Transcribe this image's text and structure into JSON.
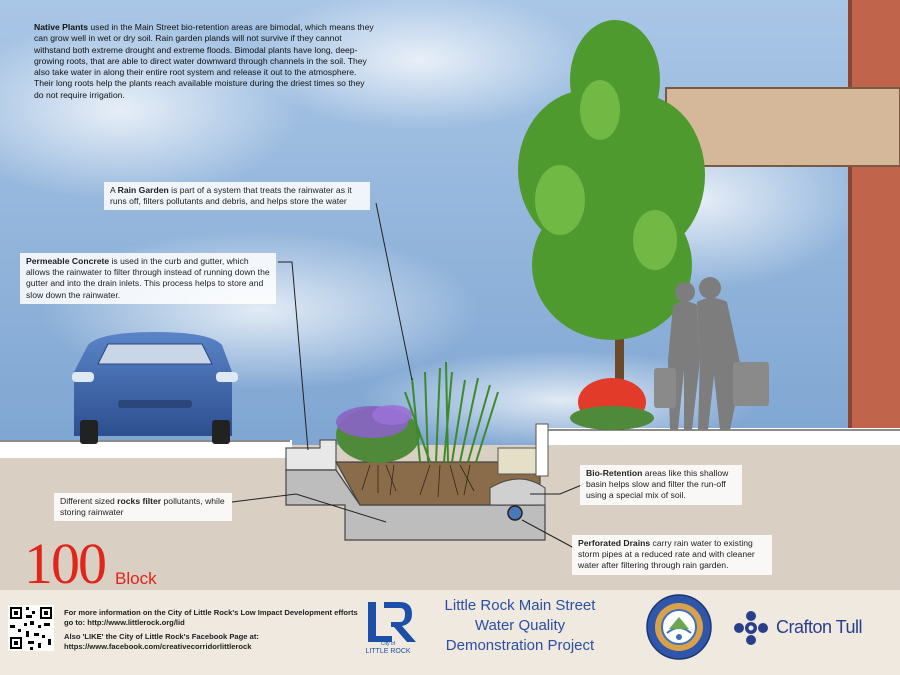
{
  "native_plants": {
    "bold": "Native Plants",
    "text": " used in the Main Street bio-retention areas are bimodal, which means they can grow well in wet or dry soil.  Rain garden plands will not survive if they cannot withstand both extreme drought and extreme floods.  Bimodal plants have long, deep-growing roots, that are able to direct water downward through channels in the soil. They also take water in along their entire root system and release it out to the atmosphere.  Their long roots help the plants reach available moisture during the driest times so they do not require irrigation."
  },
  "rain_garden": {
    "prefix": "A ",
    "bold": "Rain Garden",
    "text": " is part of a system that treats the rainwater as it runs off, filters pollutants and debris, and helps store the water"
  },
  "permeable_concrete": {
    "bold": "Permeable Concrete",
    "text": " is used in the curb and gutter, which allows the rainwater to filter through instead of running down the gutter and into the drain inlets.  This process helps to store and slow down the rainwater."
  },
  "rocks": {
    "prefix": "Different sized ",
    "bold": "rocks filter",
    "text": " pollutants, while storing rainwater"
  },
  "bio_retention": {
    "bold": "Bio-Retention",
    "text": " areas like this shallow basin helps slow and filter the run-off using a special mix of soil."
  },
  "perforated_drains": {
    "bold": "Perforated Drains",
    "text": " carry rain water to existing storm pipes at a reduced rate and with cleaner water after filtering through rain garden."
  },
  "block": {
    "number": "100",
    "word": "Block"
  },
  "info": {
    "line1": "For more information on the City of Little Rock's Low Impact Development efforts go to: http://www.littlerock.org/lid",
    "line2": "Also 'LIKE' the City of Little Rock's Facebook Page at: https://www.facebook.com/creativecorridorlittlerock"
  },
  "project_title": {
    "line1": "Little Rock Main Street",
    "line2": "Water Quality",
    "line3": "Demonstration Project"
  },
  "logos": {
    "city_small": "City of",
    "city_name": "LITTLE ROCK",
    "crafton": "Crafton Tull"
  },
  "colors": {
    "sky": "#8fb3d9",
    "accent_red": "#e0251d",
    "brand_blue": "#2b4fa3",
    "car": "#3d67b0",
    "brick": "#c0654c"
  }
}
